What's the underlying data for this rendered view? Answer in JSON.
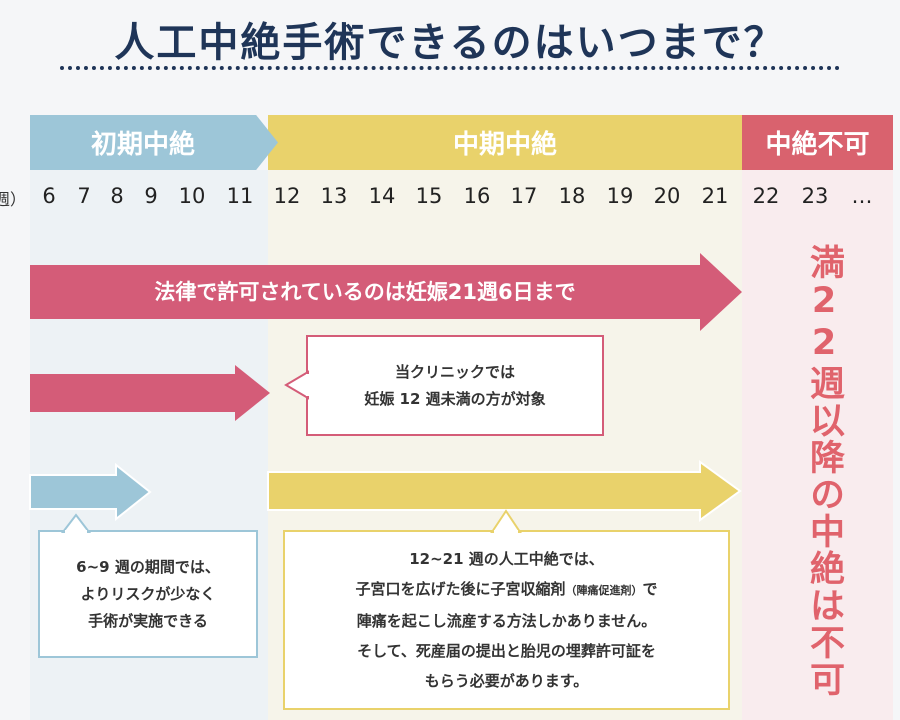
{
  "title": "人工中絶手術できるのはいつまで？",
  "phases": [
    {
      "label": "初期中絶",
      "color": "#9dc6d8"
    },
    {
      "label": "中期中絶",
      "color": "#e9d26b"
    },
    {
      "label": "中絶不可",
      "color": "#d9626e"
    }
  ],
  "week_unit_label": "週）",
  "weeks": [
    "6",
    "7",
    "8",
    "9",
    "10",
    "11",
    "12",
    "13",
    "14",
    "15",
    "16",
    "17",
    "18",
    "19",
    "20",
    "21",
    "22",
    "23",
    "…"
  ],
  "legal_arrow_text": "法律で許可されているのは妊娠21週6日まで",
  "clinic_callout": {
    "line1": "当クリニックでは",
    "line2": "妊娠 12 週未満の方が対象"
  },
  "early_callout": {
    "line1": "6~9 週の期間では、",
    "line2": "よりリスクが少なく",
    "line3": "手術が実施できる"
  },
  "mid_callout": {
    "line1": "12~21 週の人工中絶では、",
    "line2a": "子宮口を広げた後に子宮収縮剤",
    "line2b": "（陣痛促進剤）",
    "line2c": "で",
    "line3": "陣痛を起こし流産する方法しかありません。",
    "line4": "そして、死産届の提出と胎児の埋葬許可証を",
    "line5": "もらう必要があります。"
  },
  "not_possible_text": "満22週以降の中絶は不可",
  "colors": {
    "red_arrow": "#d45c78",
    "blue": "#9dc6d8",
    "yellow": "#e9d26b",
    "red_text": "#e0636c"
  }
}
